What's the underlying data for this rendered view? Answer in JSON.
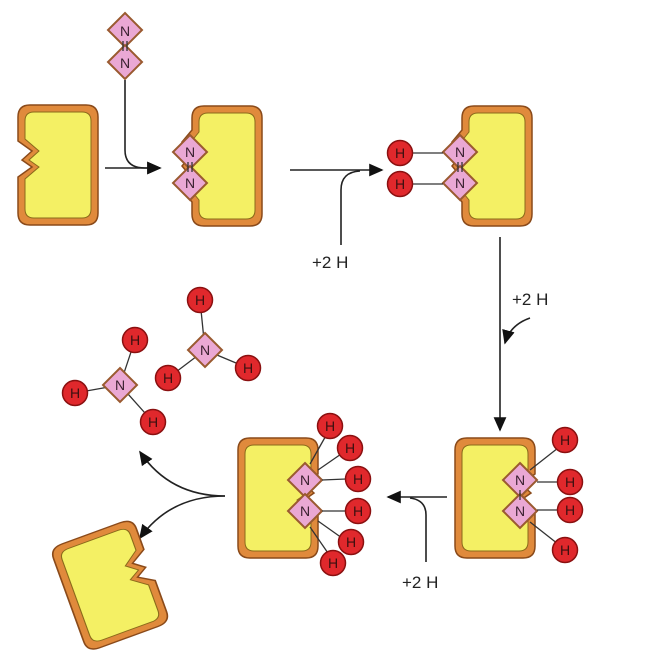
{
  "title": "Nitrogenase reduction of N2 to ammonia",
  "atoms": {
    "N": "N",
    "H": "H"
  },
  "labels": {
    "step2": "+2 H",
    "step3": "+2 H",
    "step4": "+2 H"
  },
  "colors": {
    "enzyme_outer": "#e08a3c",
    "enzyme_inner": "#f4f064",
    "nitrogen": "#eaa8d4",
    "hydrogen": "#e0282c"
  }
}
